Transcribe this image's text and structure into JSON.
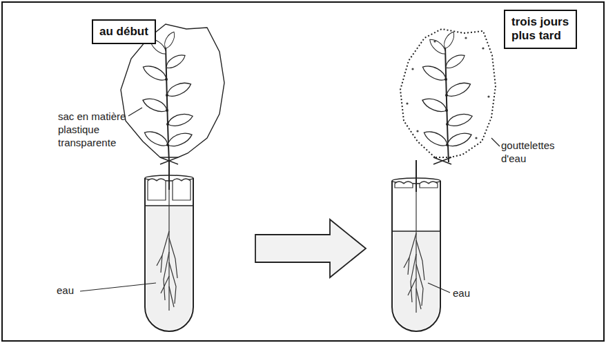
{
  "diagram": {
    "nodes": [
      {
        "text": [
          "au début"
        ]
      },
      {
        "text": [
          "trois jours plus tard"
        ]
      }
    ],
    "labels": [
      "sac en matière plastique transparente",
      "eau",
      "gouttelettes d'eau",
      "eau"
    ]
  }
}
